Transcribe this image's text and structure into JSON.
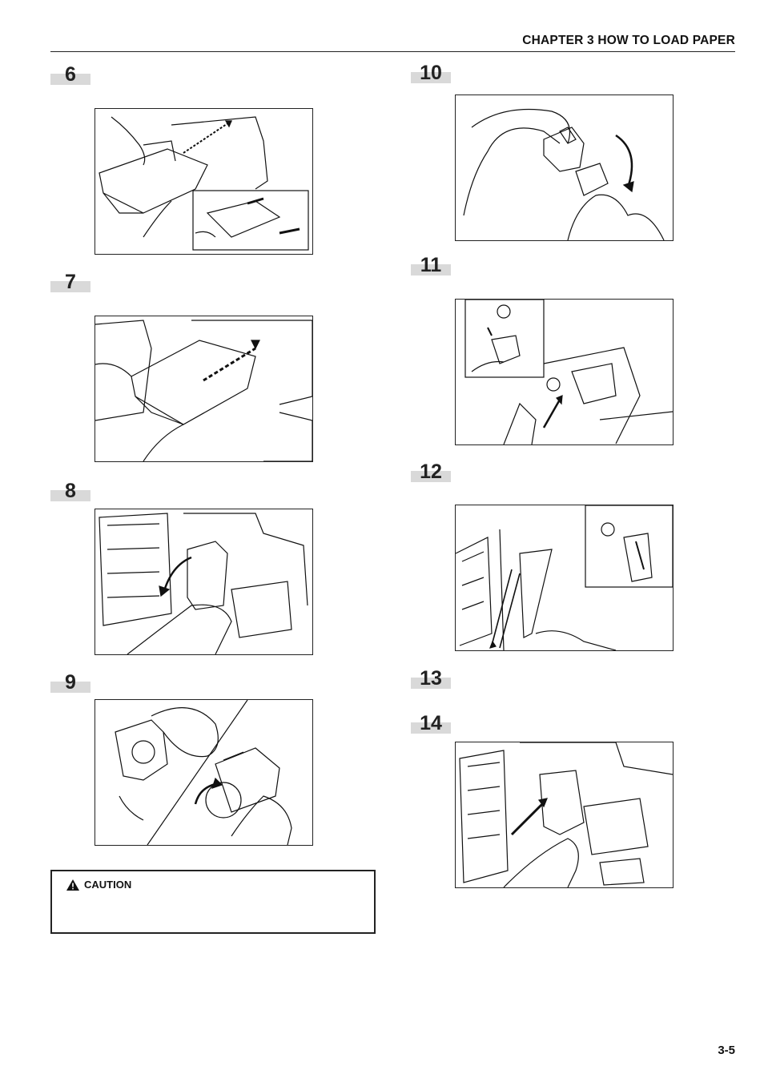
{
  "header": {
    "title": "CHAPTER 3  HOW TO LOAD PAPER"
  },
  "steps": {
    "s6": "6",
    "s7": "7",
    "s8": "8",
    "s9": "9",
    "s10": "10",
    "s11": "11",
    "s12": "12",
    "s13": "13",
    "s14": "14"
  },
  "caution": {
    "label": "CAUTION",
    "icon": "warning-triangle-icon"
  },
  "footer": {
    "page_number": "3-5"
  }
}
